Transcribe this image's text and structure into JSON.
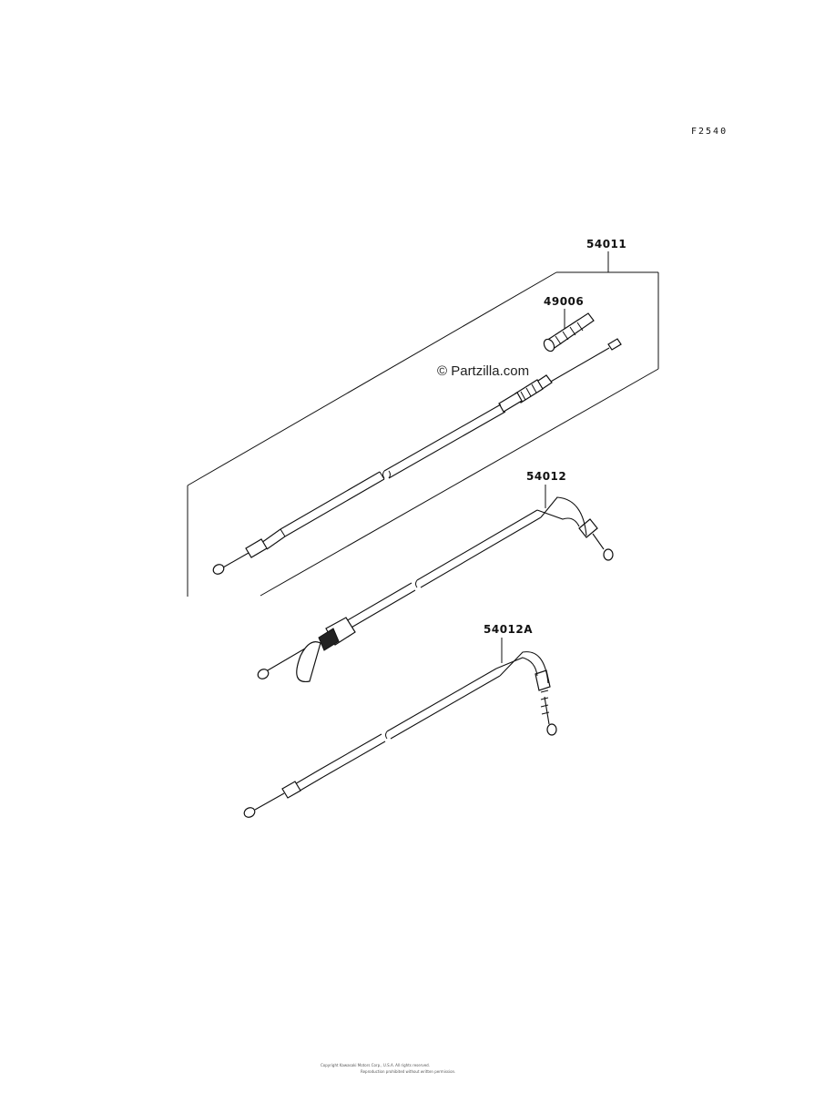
{
  "figure_code": "F2540",
  "watermark": "© Partzilla.com",
  "copyright_line1": "Copyright Kawasaki Motors Corp., U.S.A. All rights reserved.",
  "copyright_line2": "Reproduction prohibited without written permission.",
  "parts": [
    {
      "number": "54011"
    },
    {
      "number": "49006"
    },
    {
      "number": "54012"
    },
    {
      "number": "54012A"
    }
  ],
  "colors": {
    "line": "#111111",
    "background": "#ffffff"
  }
}
